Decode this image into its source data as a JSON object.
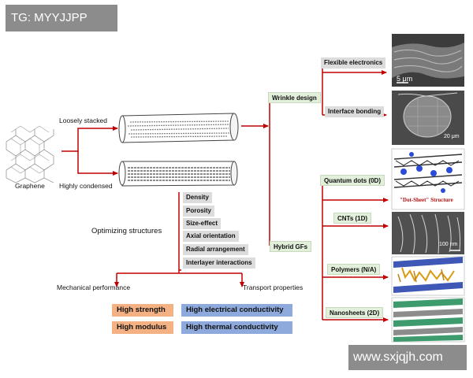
{
  "watermarks": {
    "top_left": "TG: MYYJJPP",
    "bottom_right": "www.sxjqjh.com"
  },
  "graphene": {
    "label": "Graphene"
  },
  "fibers": {
    "loose": "Loosely stacked",
    "condensed": "Highly condensed"
  },
  "optimizing": {
    "title": "Optimizing structures",
    "items": [
      "Density",
      "Porosity",
      "Size-effect",
      "Axial orientation",
      "Radial arrangement",
      "Interlayer interactions"
    ]
  },
  "performance": {
    "mechanical": "Mechanical performance",
    "transport": "Transport properties",
    "high_strength": "High strength",
    "high_modulus": "High modulus",
    "high_electrical": "High electrical conductivity",
    "high_thermal": "High thermal conductivity"
  },
  "wrinkle": {
    "title": "Wrinkle design",
    "items": [
      "Flexible electronics",
      "Interface bonding"
    ]
  },
  "hybrid": {
    "title": "Hybrid GFs",
    "items": [
      "Quantum dots (0D)",
      "CNTs (1D)",
      "Polymers (N/A)",
      "Nanosheets (2D)"
    ]
  },
  "image_labels": {
    "sem1_scale": "5 μm",
    "sem2_scale": "20 μm",
    "dot_sheet": "\"Dot-Sheet\" Structure",
    "cnt_scale": "100 nm"
  },
  "colors": {
    "arrow": "#c00000",
    "gray_box": "#dcdcdc",
    "green_box": "#e2efda",
    "orange_box": "#f4b183",
    "blue_box": "#8ea9db"
  }
}
